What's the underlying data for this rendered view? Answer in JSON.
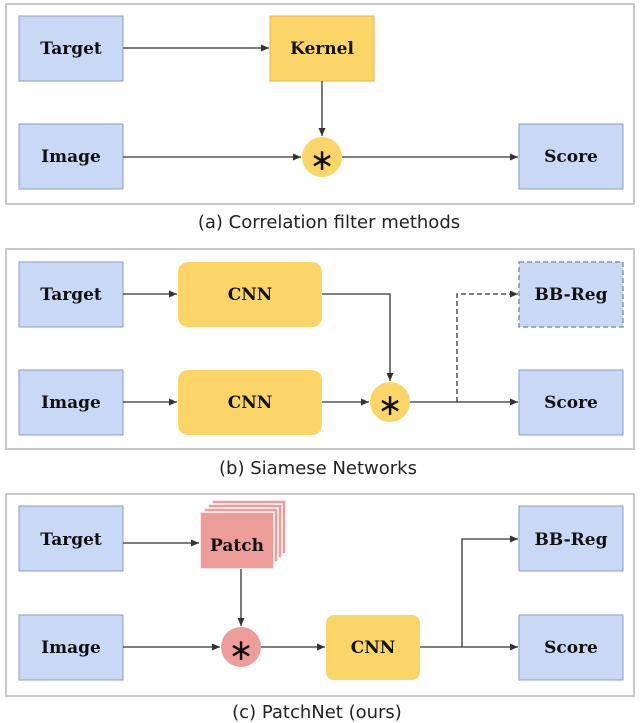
{
  "colors": {
    "input_box": "#c9d8f5",
    "input_border": "#8c9cc7",
    "kernel": "#fbd567",
    "conv": "#fbd567",
    "patch": "#ec9c99",
    "patch_border": "#e58d89",
    "panel_border": "#c8c8c8",
    "arrow": "#333333"
  },
  "panels": [
    {
      "caption": "(a) Correlation filter methods",
      "target_label": "Target",
      "image_label": "Image",
      "kernel_label": "Kernel",
      "score_label": "Score",
      "operator_symbol": "∗"
    },
    {
      "caption": "(b) Siamese Networks",
      "target_label": "Target",
      "image_label": "Image",
      "cnn_top_label": "CNN",
      "cnn_bottom_label": "CNN",
      "bbreg_label": "BB-Reg",
      "score_label": "Score",
      "operator_symbol": "∗"
    },
    {
      "caption": "(c) PatchNet (ours)",
      "target_label": "Target",
      "image_label": "Image",
      "patch_label": "Patch",
      "cnn_label": "CNN",
      "bbreg_label": "BB-Reg",
      "score_label": "Score",
      "operator_symbol": "∗"
    }
  ]
}
